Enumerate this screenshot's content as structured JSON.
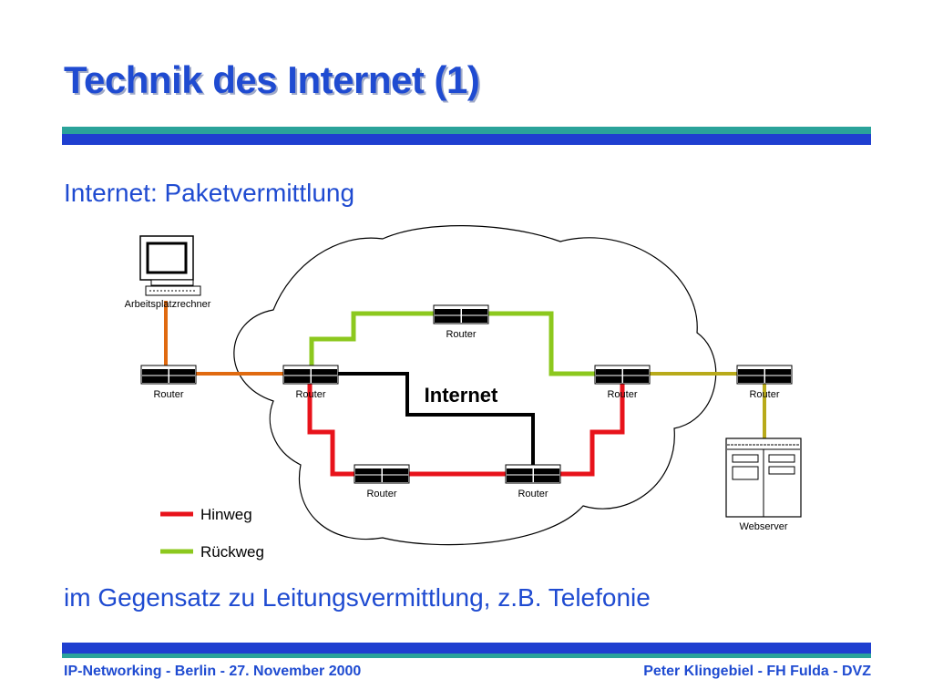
{
  "slide": {
    "title": "Technik des Internet (1)",
    "subtitle": "Internet: Paketvermittlung",
    "bottom_text": "im Gegensatz zu Leitungsvermittlung, z.B. Telefonie",
    "footer_left": "IP-Networking - Berlin - 27. November 2000",
    "footer_right": "Peter Klingebiel - FH Fulda - DVZ"
  },
  "diagram": {
    "cloud_label": "Internet",
    "workstation_label": "Arbeitsplatzrechner",
    "webserver_label": "Webserver",
    "router_label": "Router",
    "routers": [
      "Router",
      "Router",
      "Router",
      "Router",
      "Router",
      "Router",
      "Router"
    ],
    "legend": [
      {
        "label": "Hinweg",
        "color": "#e8131b"
      },
      {
        "label": "Rückweg",
        "color": "#8cc81e"
      }
    ],
    "colors": {
      "outbound": "#e8131b",
      "return": "#8cc81e",
      "unused": "#000000",
      "shared_outbound": "#e06a10",
      "shared_return": "#b8aa1a"
    }
  }
}
